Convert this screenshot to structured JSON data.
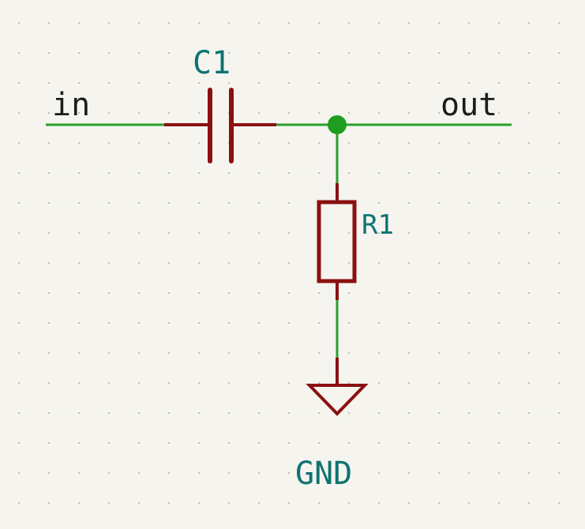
{
  "diagram": {
    "labels": {
      "input_net": "in",
      "output_net": "out",
      "capacitor_ref": "C1",
      "resistor_ref": "R1",
      "ground_ref": "GND"
    },
    "colors": {
      "background": "#f5f4ef",
      "wire": "#2aa02a",
      "component": "#8b1010",
      "junction": "#1e9e1e",
      "net_label_text": "#1c1c1c",
      "reference_text": "#0e7372",
      "grid_dot": "#b8b8b0"
    },
    "components": [
      {
        "type": "capacitor",
        "ref": "C1"
      },
      {
        "type": "resistor",
        "ref": "R1"
      },
      {
        "type": "ground",
        "ref": "GND"
      }
    ]
  }
}
